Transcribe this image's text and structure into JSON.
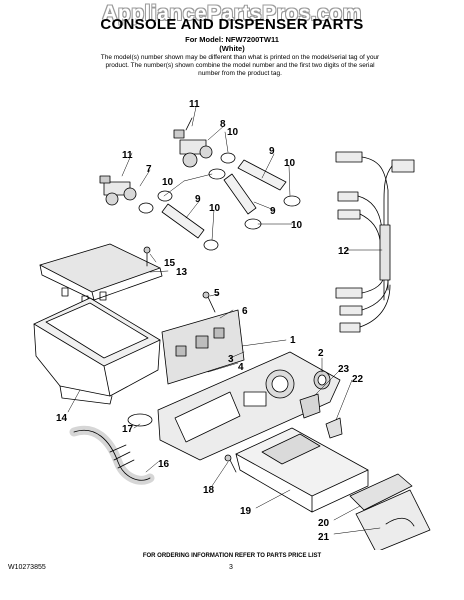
{
  "watermark": "AppliancePartsPros.com",
  "title": "CONSOLE AND DISPENSER PARTS",
  "model_line": "For Model: NFW7200TW11",
  "color_line": "(White)",
  "note": "The model(s) number shown may be different than what is printed on the model/serial tag of your product. The number(s) shown combine the model number and the first two digits of the serial number from the product tag.",
  "callouts": [
    "1",
    "2",
    "3",
    "4",
    "5",
    "6",
    "7",
    "8",
    "9",
    "9",
    "9",
    "10",
    "10",
    "10",
    "10",
    "10",
    "11",
    "11",
    "12",
    "13",
    "14",
    "15",
    "16",
    "17",
    "18",
    "19",
    "20",
    "21",
    "22",
    "23"
  ],
  "footer_note": "FOR ORDERING INFORMATION REFER TO PARTS PRICE LIST",
  "doc_number": "W10273855",
  "page_number": "3"
}
